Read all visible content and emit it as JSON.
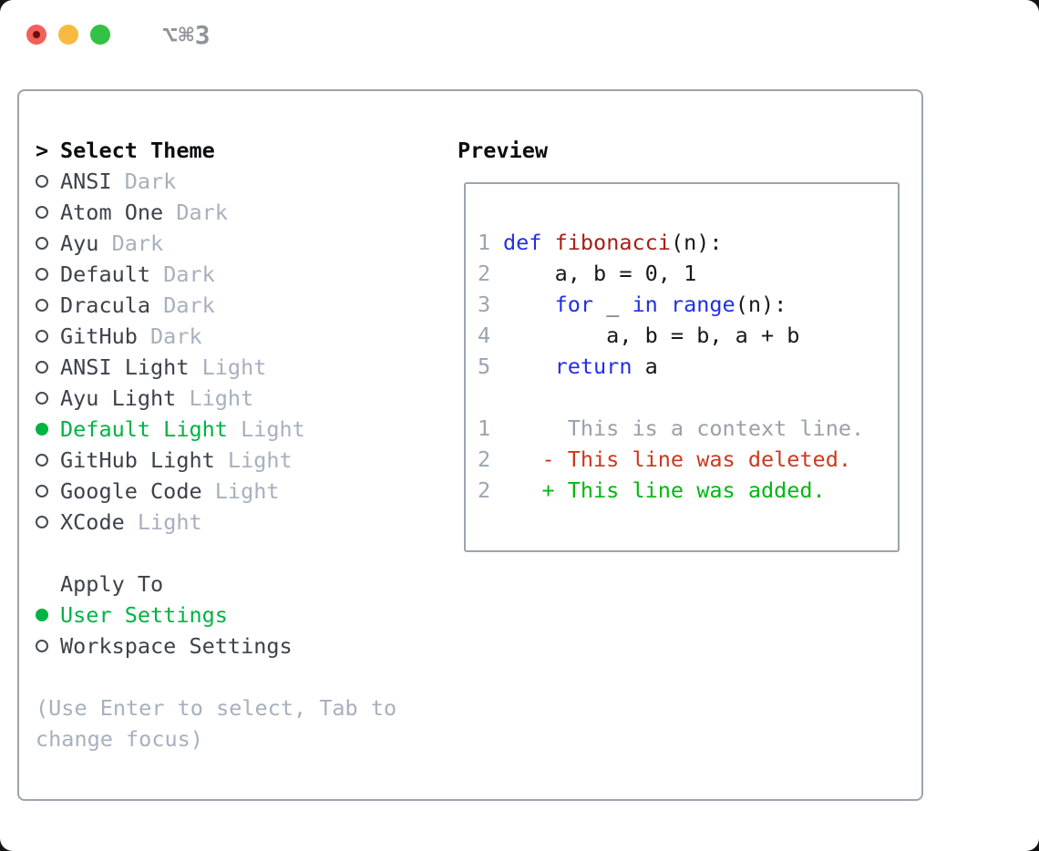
{
  "window": {
    "title": "⌥⌘3",
    "traffic_lights": [
      "close",
      "minimize",
      "zoom"
    ]
  },
  "colors": {
    "accent_green": "#00b344",
    "keyword_blue": "#2030e4",
    "function_red": "#a52014",
    "deleted_red": "#c93a20",
    "added_green": "#00b810",
    "muted_gray": "#a7b0bd",
    "border_gray": "#9aa4b0"
  },
  "theme_selector": {
    "prompt": ">",
    "title": "Select Theme",
    "items": [
      {
        "name": "ANSI",
        "variant": "Dark",
        "selected": false
      },
      {
        "name": "Atom One",
        "variant": "Dark",
        "selected": false
      },
      {
        "name": "Ayu",
        "variant": "Dark",
        "selected": false
      },
      {
        "name": "Default",
        "variant": "Dark",
        "selected": false
      },
      {
        "name": "Dracula",
        "variant": "Dark",
        "selected": false
      },
      {
        "name": "GitHub",
        "variant": "Dark",
        "selected": false
      },
      {
        "name": "ANSI Light",
        "variant": "Light",
        "selected": false
      },
      {
        "name": "Ayu Light",
        "variant": "Light",
        "selected": false
      },
      {
        "name": "Default Light",
        "variant": "Light",
        "selected": true
      },
      {
        "name": "GitHub Light",
        "variant": "Light",
        "selected": false
      },
      {
        "name": "Google Code",
        "variant": "Light",
        "selected": false
      },
      {
        "name": "XCode",
        "variant": "Light",
        "selected": false
      }
    ],
    "apply_to": {
      "title": "Apply To",
      "options": [
        {
          "label": "User Settings",
          "selected": true
        },
        {
          "label": "Workspace Settings",
          "selected": false
        }
      ]
    },
    "help_text": "(Use Enter to select, Tab to change focus)"
  },
  "preview": {
    "title": "Preview",
    "lines": [
      {
        "num": "1",
        "parts": [
          [
            "kw",
            "def"
          ],
          [
            "pl",
            " "
          ],
          [
            "fn",
            "fibonacci"
          ],
          [
            "pl",
            "(n):"
          ]
        ]
      },
      {
        "num": "2",
        "parts": [
          [
            "pl",
            "    a, b = 0, 1"
          ]
        ]
      },
      {
        "num": "3",
        "parts": [
          [
            "pl",
            "    "
          ],
          [
            "kw",
            "for"
          ],
          [
            "pl",
            " _ "
          ],
          [
            "kw",
            "in"
          ],
          [
            "pl",
            " "
          ],
          [
            "kw",
            "range"
          ],
          [
            "pl",
            "(n):"
          ]
        ]
      },
      {
        "num": "4",
        "parts": [
          [
            "pl",
            "        a, b = b, a + b"
          ]
        ]
      },
      {
        "num": "5",
        "parts": [
          [
            "pl",
            "    "
          ],
          [
            "kw",
            "return"
          ],
          [
            "pl",
            " a"
          ]
        ]
      },
      {
        "num": "",
        "parts": []
      },
      {
        "num": "1",
        "parts": [
          [
            "ctx",
            "     This is a context line."
          ]
        ]
      },
      {
        "num": "2",
        "parts": [
          [
            "del",
            "   - This line was deleted."
          ]
        ]
      },
      {
        "num": "2",
        "parts": [
          [
            "add",
            "   + This line was added."
          ]
        ]
      }
    ]
  }
}
